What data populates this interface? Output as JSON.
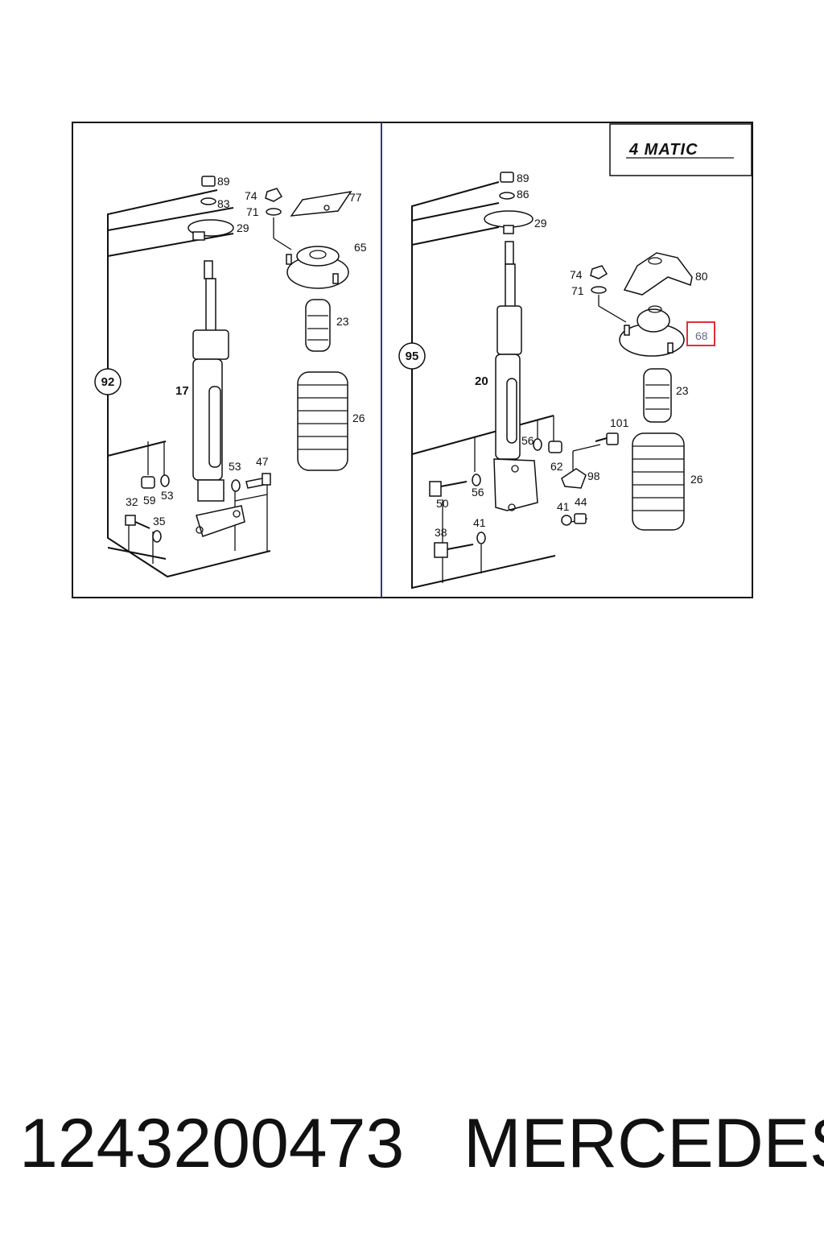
{
  "diagram": {
    "badge_text": "4 MATIC",
    "left_panel": {
      "group_id": "92",
      "strut_id": "17",
      "labels": [
        "89",
        "83",
        "29",
        "74",
        "71",
        "77",
        "65",
        "23",
        "26",
        "53",
        "47",
        "32",
        "59",
        "53",
        "35"
      ]
    },
    "right_panel": {
      "group_id": "95",
      "strut_id": "20",
      "labels": [
        "89",
        "86",
        "29",
        "74",
        "71",
        "80",
        "68",
        "23",
        "101",
        "26",
        "56",
        "62",
        "50",
        "56",
        "98",
        "41",
        "44",
        "38",
        "41"
      ]
    },
    "highlighted_part": "68",
    "colors": {
      "highlight": "#e0303a",
      "line": "#111111",
      "divider": "#2a3a8a"
    }
  },
  "caption": {
    "part_number": "1243200473",
    "brand": "MERCEDES"
  }
}
